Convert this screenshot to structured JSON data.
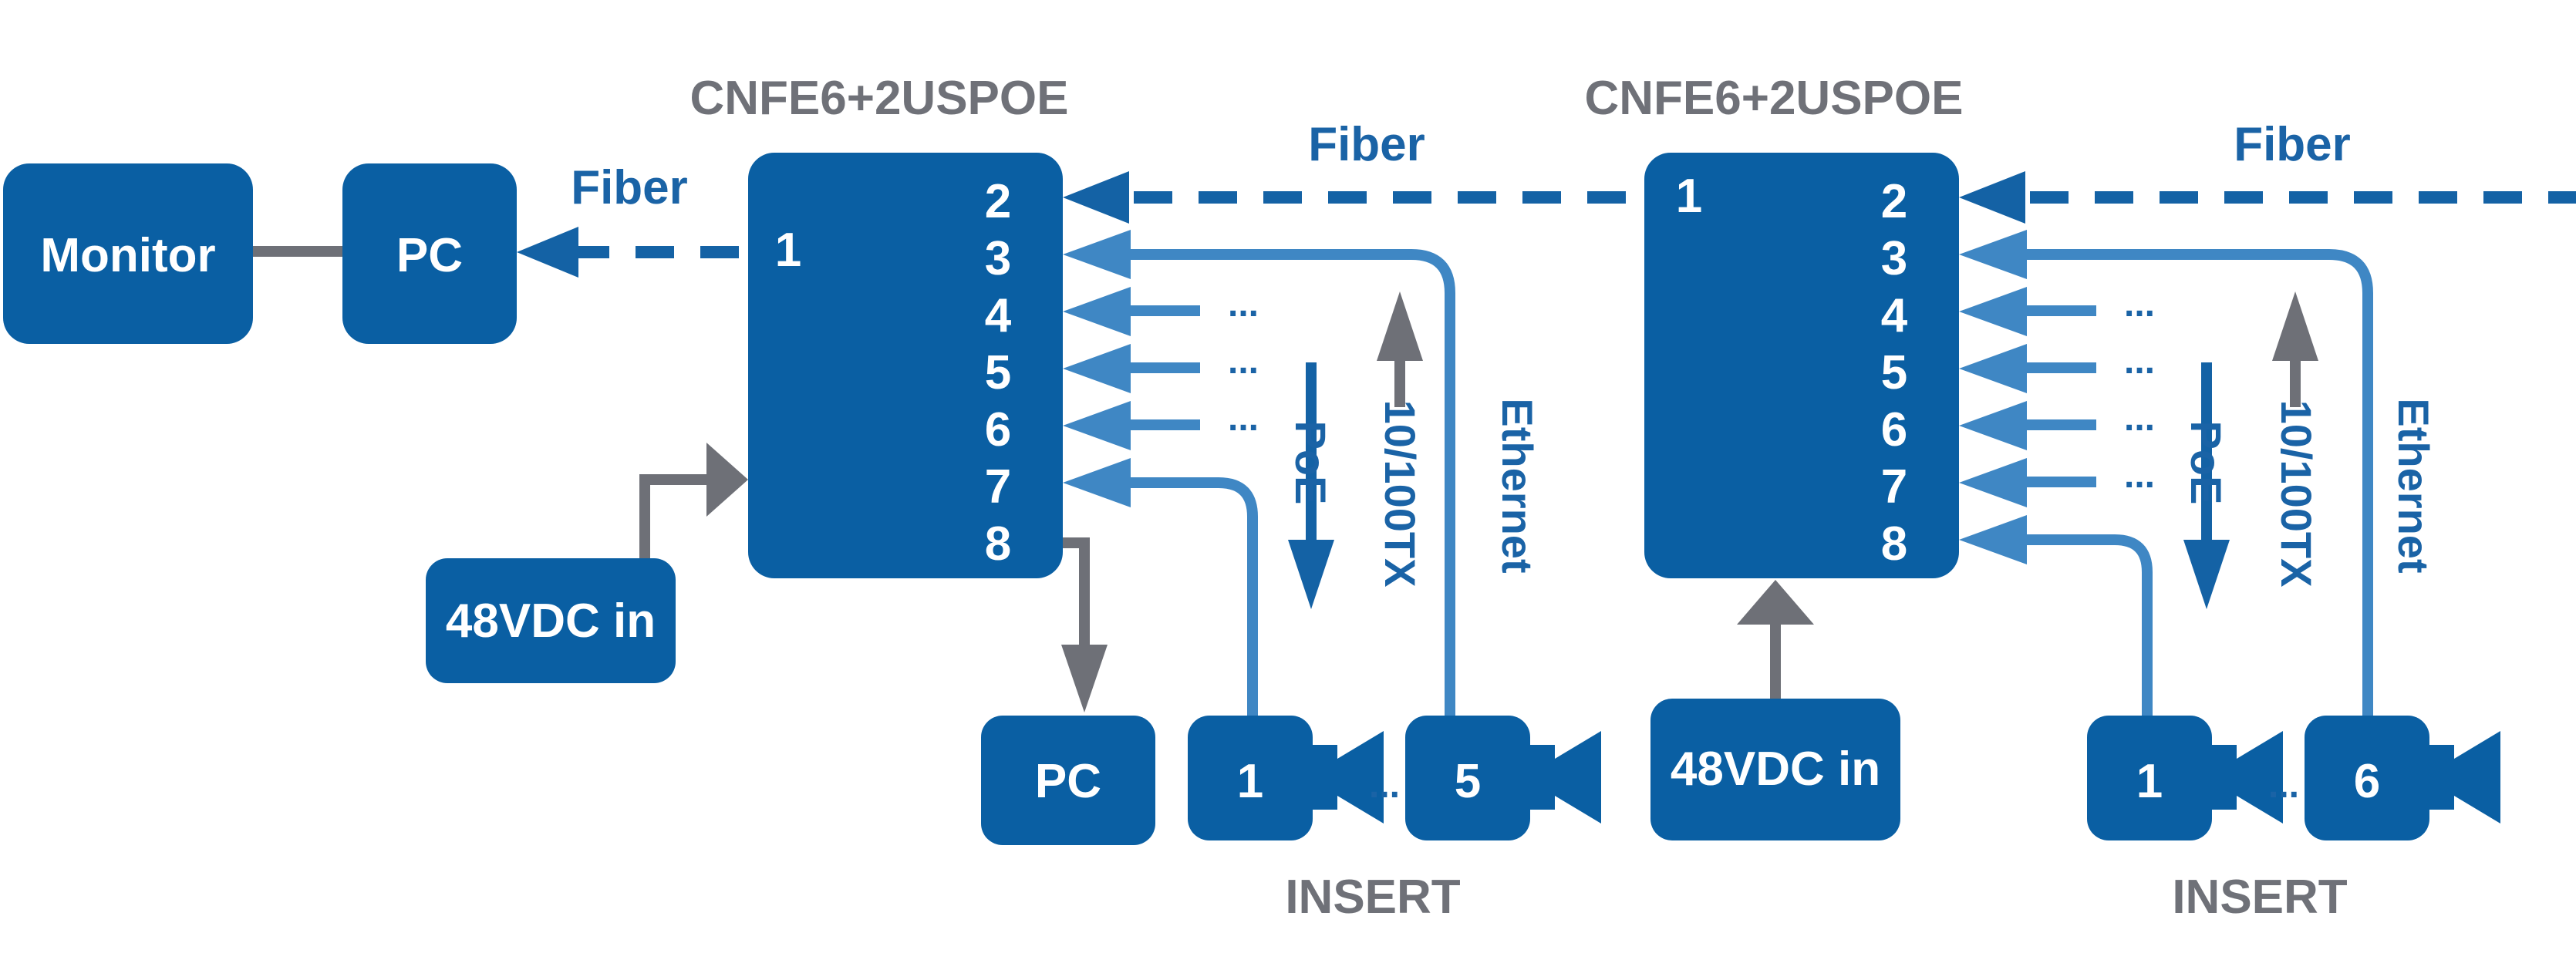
{
  "colors": {
    "box_blue": "#0a5fa3",
    "line_blue": "#3f87c4",
    "fiber_blue": "#1462a5",
    "grey": "#6e7077",
    "white": "#ffffff"
  },
  "left_switch": {
    "title": "CNFE6+2USPOE",
    "uplink_port": "1",
    "ports": [
      "2",
      "3",
      "4",
      "5",
      "6",
      "7",
      "8"
    ]
  },
  "right_switch": {
    "title": "CNFE6+2USPOE",
    "uplink_port": "1",
    "ports": [
      "2",
      "3",
      "4",
      "5",
      "6",
      "7",
      "8"
    ]
  },
  "monitor": {
    "label": "Monitor"
  },
  "pc_top": {
    "label": "PC"
  },
  "pc_bottom": {
    "label": "PC"
  },
  "power_left": {
    "label": "48VDC in"
  },
  "power_right": {
    "label": "48VDC in"
  },
  "fiber_labels": {
    "left": "Fiber",
    "middle": "Fiber",
    "right": "Fiber"
  },
  "ellipsis": "...",
  "left_cameras": {
    "first": "1",
    "last": "5",
    "caption": "INSERT",
    "separator": "..."
  },
  "right_cameras": {
    "first": "1",
    "last": "6",
    "caption": "INSERT",
    "separator": "..."
  },
  "vertical_labels": {
    "poe": "PoE",
    "speed": "10/100TX",
    "ethernet": "Ethernet"
  }
}
